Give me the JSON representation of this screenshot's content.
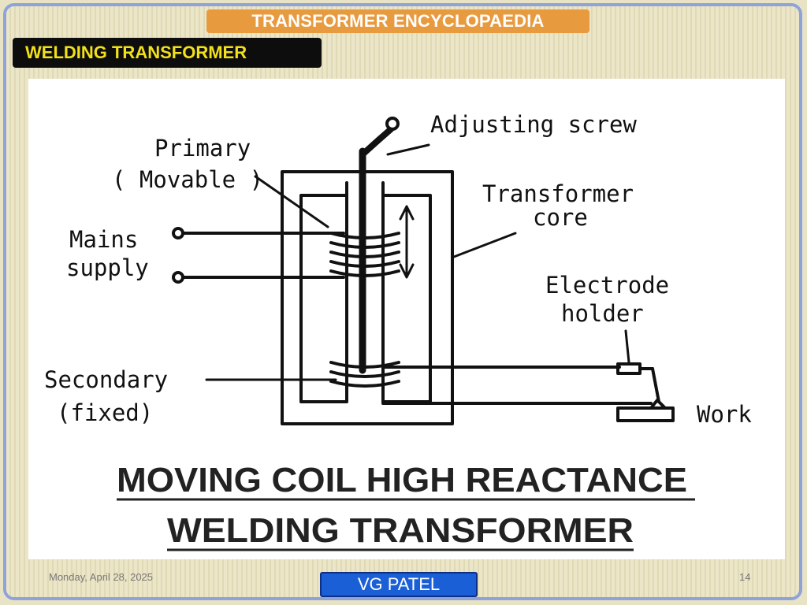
{
  "header": {
    "title": "TRANSFORMER ENCYCLOPAEDIA",
    "section": "WELDING TRANSFORMER"
  },
  "diagram": {
    "labels": {
      "adjusting_screw": "Adjusting screw",
      "primary": "Primary",
      "primary_note": "( Movable )",
      "transformer_core_1": "Transformer",
      "transformer_core_2": "core",
      "mains_1": "Mains",
      "mains_2": "supply",
      "electrode_1": "Electrode",
      "electrode_2": "holder",
      "secondary": "Secondary",
      "secondary_note": "(fixed)",
      "work": "Work"
    },
    "caption": {
      "line1": "MOVING COIL HIGH REACTANCE",
      "line2": "WELDING TRANSFORMER"
    }
  },
  "footer": {
    "date": "Monday, April 28, 2025",
    "author": "VG PATEL",
    "page": "14"
  },
  "colors": {
    "title_bg": "#e89a3e",
    "section_bg": "#0d0d0d",
    "section_text": "#f2e01a",
    "author_bg": "#1a5fd6",
    "frame": "#8fa3d8"
  }
}
